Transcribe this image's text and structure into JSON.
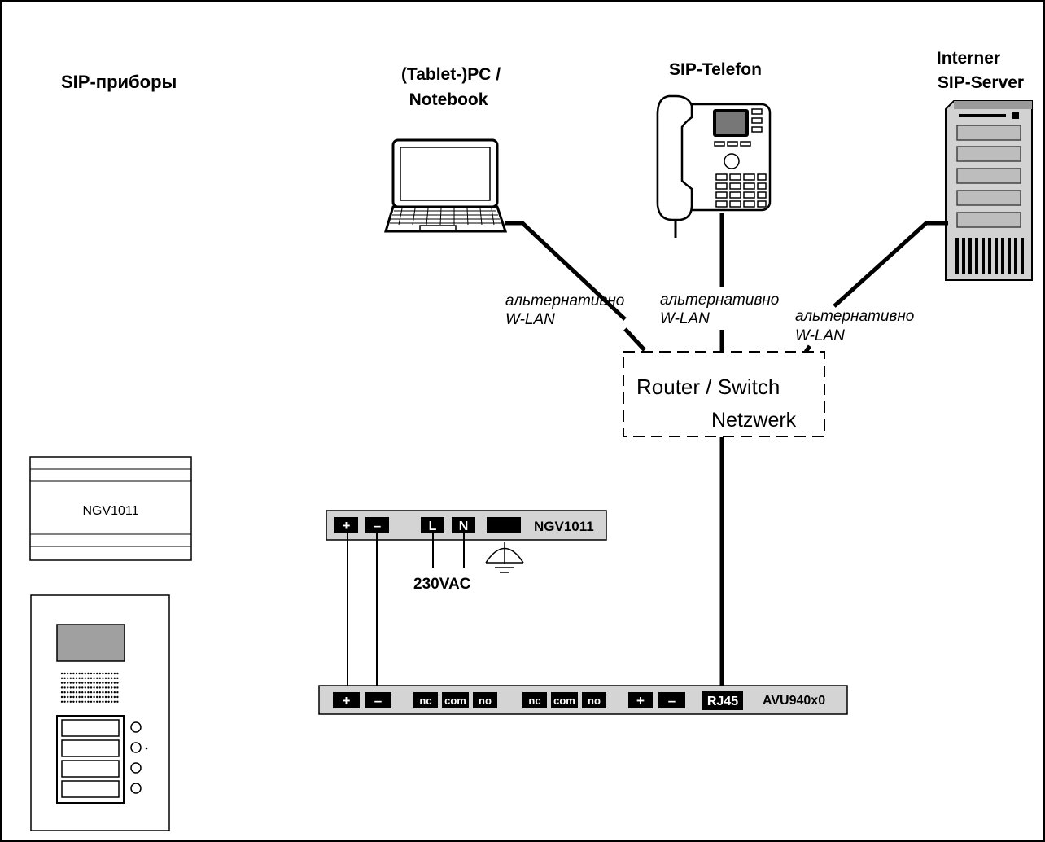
{
  "heading": "SIP-приборы",
  "devices": {
    "pc": {
      "line1": "(Tablet-)PC /",
      "line2": "Notebook"
    },
    "phone": {
      "label": "SIP-Telefon"
    },
    "server": {
      "line1": "Interner",
      "line2": "SIP-Server"
    }
  },
  "links": [
    {
      "line1": "альтернативно",
      "line2": "W-LAN"
    },
    {
      "line1": "альтернативно",
      "line2": "W-LAN"
    },
    {
      "line1": "альтернативно",
      "line2": "W-LAN"
    }
  ],
  "router": {
    "line1": "Router / Switch",
    "line2": "Netzwerk"
  },
  "ngv_module": {
    "label": "NGV1011"
  },
  "ngv_strip": {
    "name": "NGV1011",
    "terminals": [
      "+",
      "–",
      "L",
      "N"
    ],
    "voltage": "230VAC"
  },
  "avu_strip": {
    "name": "AVU940x0",
    "terminals": [
      "+",
      "–",
      "nc",
      "com",
      "no",
      "nc",
      "com",
      "no",
      "+",
      "–",
      "RJ45"
    ]
  },
  "colors": {
    "strip": "#d4d4d4",
    "terminal": "#000000",
    "line": "#000000",
    "screen": "#a0a0a0"
  }
}
